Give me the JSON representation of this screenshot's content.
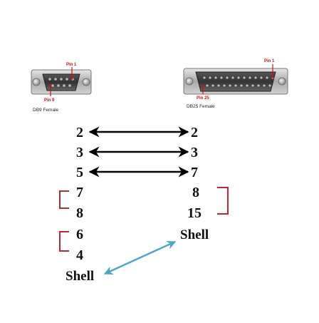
{
  "colors": {
    "bracket": "#c0272d",
    "shell_arrow": "#4fa8c2",
    "pin_marker": "#cc1111",
    "arrow": "#000000"
  },
  "db9": {
    "caption": "DB9 Female",
    "pin_top_label": "Pin 1",
    "pin_bottom_label": "Pin 9"
  },
  "db25": {
    "caption": "DB25 Female",
    "pin_top_label": "Pin 1",
    "pin_bottom_label": "Pin 25"
  },
  "connections": [
    {
      "left": "2",
      "right": "2"
    },
    {
      "left": "3",
      "right": "3"
    },
    {
      "left": "5",
      "right": "7"
    }
  ],
  "left_groups": [
    {
      "top": "7",
      "bottom": "8"
    },
    {
      "top": "6",
      "bottom": "4"
    }
  ],
  "right_group": {
    "top": "8",
    "bottom": "15"
  },
  "shell": {
    "left": "Shell",
    "right": "Shell"
  }
}
